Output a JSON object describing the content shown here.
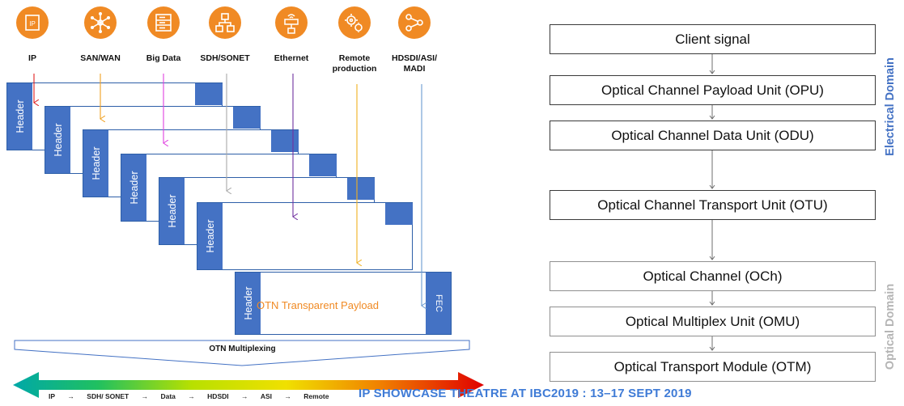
{
  "sources": [
    {
      "label": "IP",
      "icon": "ip-icon"
    },
    {
      "label": "SAN/WAN",
      "icon": "network-nodes-icon"
    },
    {
      "label": "Big Data",
      "icon": "server-icon"
    },
    {
      "label": "SDH/SONET",
      "icon": "hierarchy-icon"
    },
    {
      "label": "Ethernet",
      "icon": "ethernet-router-icon"
    },
    {
      "label": "Remote production",
      "icon": "gears-icon"
    },
    {
      "label": "HDSDI/ASI/ MADI",
      "icon": "share-icon"
    }
  ],
  "arrow_colors": [
    "#e02020",
    "#f0a020",
    "#e040e0",
    "#a0a0a0",
    "#7030a0",
    "#f0b020",
    "#6a9ad0"
  ],
  "frames": {
    "header_label": "Header",
    "payload_label": "OTN Transparent Payload",
    "fec_label": "FEC"
  },
  "multiplexing_label": "OTN Multiplexing",
  "layers": [
    {
      "label": "Client signal",
      "domain": "electrical"
    },
    {
      "label": "Optical Channel Payload Unit (OPU)",
      "domain": "electrical"
    },
    {
      "label": "Optical Channel Data Unit (ODU)",
      "domain": "electrical"
    },
    {
      "label": "Optical Channel Transport Unit (OTU)",
      "domain": "electrical"
    },
    {
      "label": "Optical Channel (OCh)",
      "domain": "optical"
    },
    {
      "label": "Optical Multiplex Unit (OMU)",
      "domain": "optical"
    },
    {
      "label": "Optical Transport Module (OTM)",
      "domain": "optical"
    }
  ],
  "domains": {
    "electrical": {
      "label": "Electrical Domain",
      "color": "#4472c4"
    },
    "optical": {
      "label": "Optical Domain",
      "color": "#b5b5b5"
    }
  },
  "bottom_row": {
    "items": [
      "IP",
      "SDH/ SONET",
      "Data",
      "HDSDI",
      "ASI",
      "Remote"
    ],
    "separator": "→"
  },
  "footer": "IP SHOWCASE THEATRE AT IBC2019 : 13–17 SEPT 2019",
  "colors": {
    "accent_orange": "#f08a24",
    "header_blue": "#4472c4",
    "footer_blue": "#3f7bd6"
  }
}
